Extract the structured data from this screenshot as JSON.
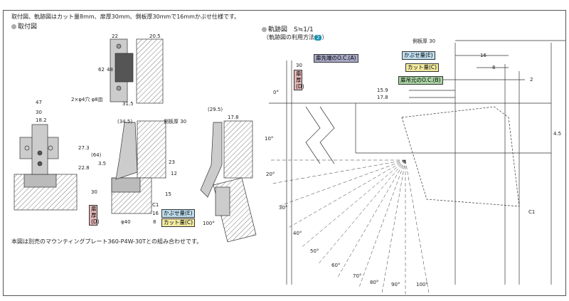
{
  "header": {
    "note": "取付図、軌跡図はカット量8mm、扉厚30mm、側板厚30mmで16mmかぶせ仕様です。",
    "mount_title": "取付図",
    "track_title": "軌跡図　S≒1/1",
    "track_usage": "（軌跡図の利用方法",
    "track_usage_badge": "2",
    "track_usage_close": "）"
  },
  "footer_note": "本図は別売のマウンティングプレート360-P4W-30Tとの組み合わせです。",
  "mount_dims": {
    "top_w1": "22",
    "top_w2": "20.5",
    "h62": "62",
    "h48": "48",
    "holes": "2×φ4穴 φ8皿",
    "d315": "31.5",
    "w47": "47",
    "w30": "30",
    "w182": "18.2",
    "h273": "27.3",
    "h228": "22.8",
    "d345": "(34.5)",
    "side_thk": "側板厚 30",
    "h64": "(64)",
    "h35": "3.5",
    "h23": "23",
    "h12": "12",
    "h15": "15",
    "h30": "30",
    "c1": "C1",
    "d16": "16",
    "d8": "8",
    "phi40": "φ40",
    "d295": "(29.5)",
    "d178": "17.8",
    "a100": "100°"
  },
  "labels": {
    "overlay": "かぶせ量(E)",
    "cut": "カット量(C)",
    "door_thk": "扉厚(D)",
    "oc_a": "扉先端のO.C.(A)",
    "oc_b": "扉吊元のO.C.(B)"
  },
  "track_dims": {
    "side_thk": "側板厚 30",
    "d16": "16",
    "d8": "8",
    "d2": "2",
    "d159": "15.9",
    "d178": "17.8",
    "d30": "30",
    "a0": "0°",
    "d45": "4.5",
    "c1": "C1"
  },
  "angles": [
    "10°",
    "20°",
    "30°",
    "40°",
    "50°",
    "60°",
    "70°",
    "80°",
    "90°",
    "100°"
  ],
  "colors": {
    "overlay": "#bfe0f0",
    "cut": "#f3eaa0",
    "door": "#e6b7b7",
    "oc_a": "#a9a9c9",
    "oc_b": "#a9d3a3",
    "badge": "#1a8fb0"
  }
}
